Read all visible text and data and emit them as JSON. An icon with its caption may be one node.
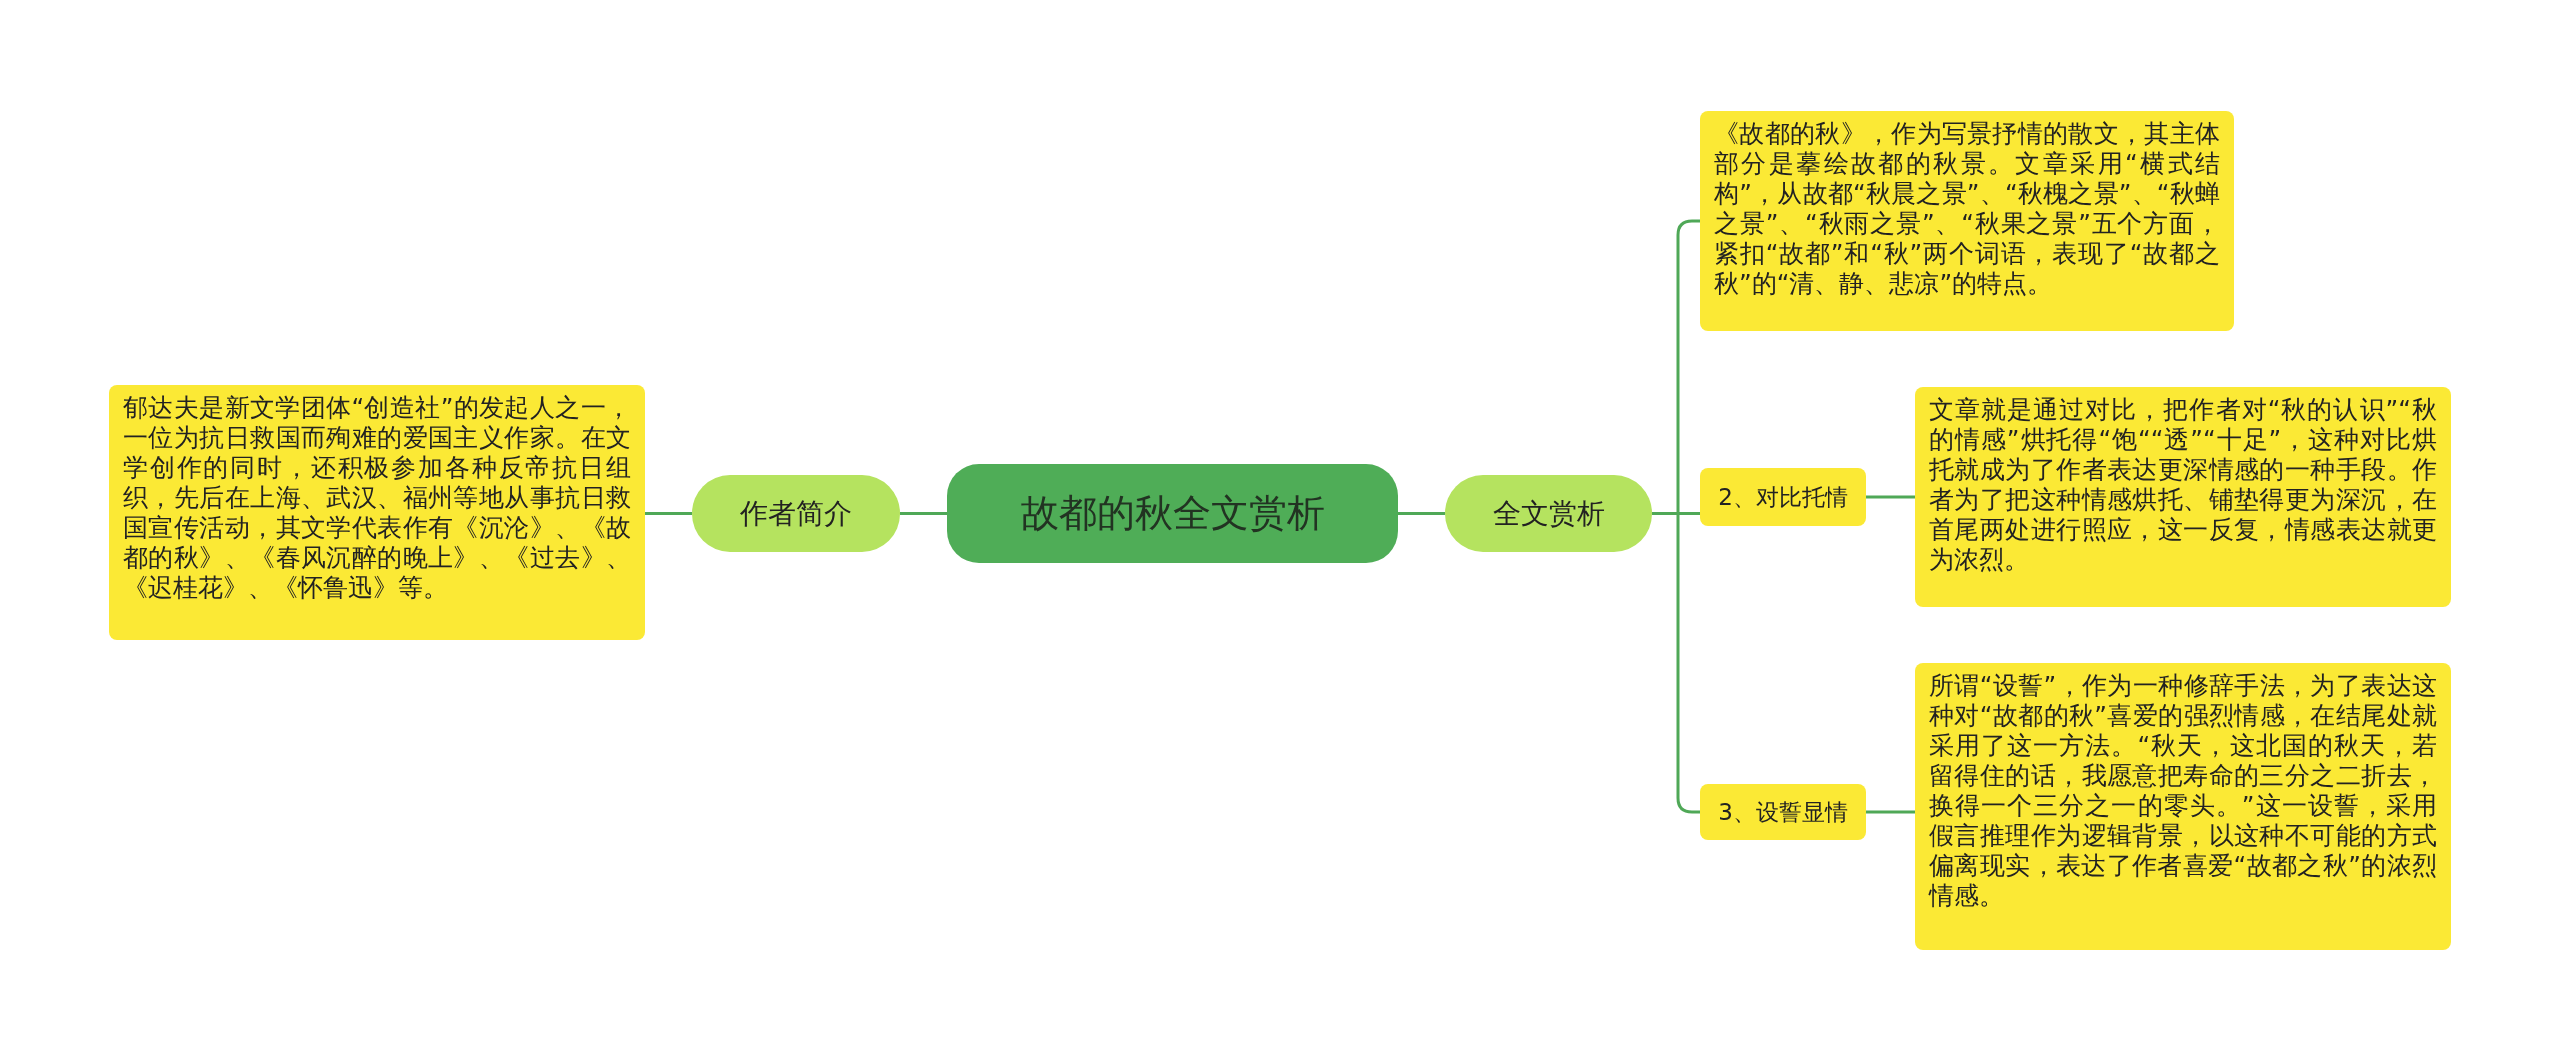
{
  "diagram": {
    "nodes": [
      {
        "text": [
          "故都的秋全文赏析"
        ]
      },
      {
        "text": [
          "作者简介"
        ]
      },
      {
        "text": [
          "郁达夫是新文学团体“创造社”的发起人之一，一位为抗日救国而殉难的爱国主义作家。在文学创作的同时，还积极参加各种反帝抗日组织，先后在上海、武汉、福州等地从事抗日救国宣传活动，其文学代表作有《沉沦》、《故都的秋》、《春风沉醉的晚上》、《过去》、《迟桂花》、《怀鲁迅》等。"
        ]
      },
      {
        "text": [
          "全文赏析"
        ]
      },
      {
        "text": [
          "《故都的秋》，作为写景抒情的散文，其主体部分是摹绘故都的秋景。文章采用“横式结构”，从故都“秋晨之景”、“秋槐之景”、“秋蝉之景”、“秋雨之景”、“秋果之景”五个方面，紧扣“故都”和“秋”两个词语，表现了“故都之秋”的“清、静、悲凉”的特点。"
        ]
      },
      {
        "text": [
          "2、对比托情"
        ]
      },
      {
        "text": [
          "文章就是通过对比，把作者对“秋的认识”“秋的情感”烘托得“饱““透”“十足”，这种对比烘托就成为了作者表达更深情感的一种手段。作者为了把这种情感烘托、铺垫得更为深沉，在首尾两处进行照应，这一反复，情感表达就更为浓烈。"
        ]
      },
      {
        "text": [
          "3、设誓显情"
        ]
      },
      {
        "text": [
          "所谓“设誓”，作为一种修辞手法，为了表达这种对“故都的秋”喜爱的强烈情感，在结尾处就采用了这一方法。“秋天，这北国的秋天，若留得住的话，我愿意把寿命的三分之二折去，换得一个三分之一的零头。”这一设誓，采用假言推理作为逻辑背景，以这种不可能的方式偏离现实，表达了作者喜爱“故都之秋”的浓烈情感。"
        ]
      }
    ],
    "edges": [
      {
        "from": 0,
        "to": 1,
        "arrow": "none"
      },
      {
        "from": 1,
        "to": 2,
        "arrow": "none"
      },
      {
        "from": 0,
        "to": 3,
        "arrow": "none"
      },
      {
        "from": 3,
        "to": 4,
        "arrow": "none"
      },
      {
        "from": 3,
        "to": 5,
        "arrow": "none"
      },
      {
        "from": 3,
        "to": 7,
        "arrow": "none"
      },
      {
        "from": 5,
        "to": 6,
        "arrow": "none"
      },
      {
        "from": 7,
        "to": 8,
        "arrow": "none"
      }
    ]
  }
}
